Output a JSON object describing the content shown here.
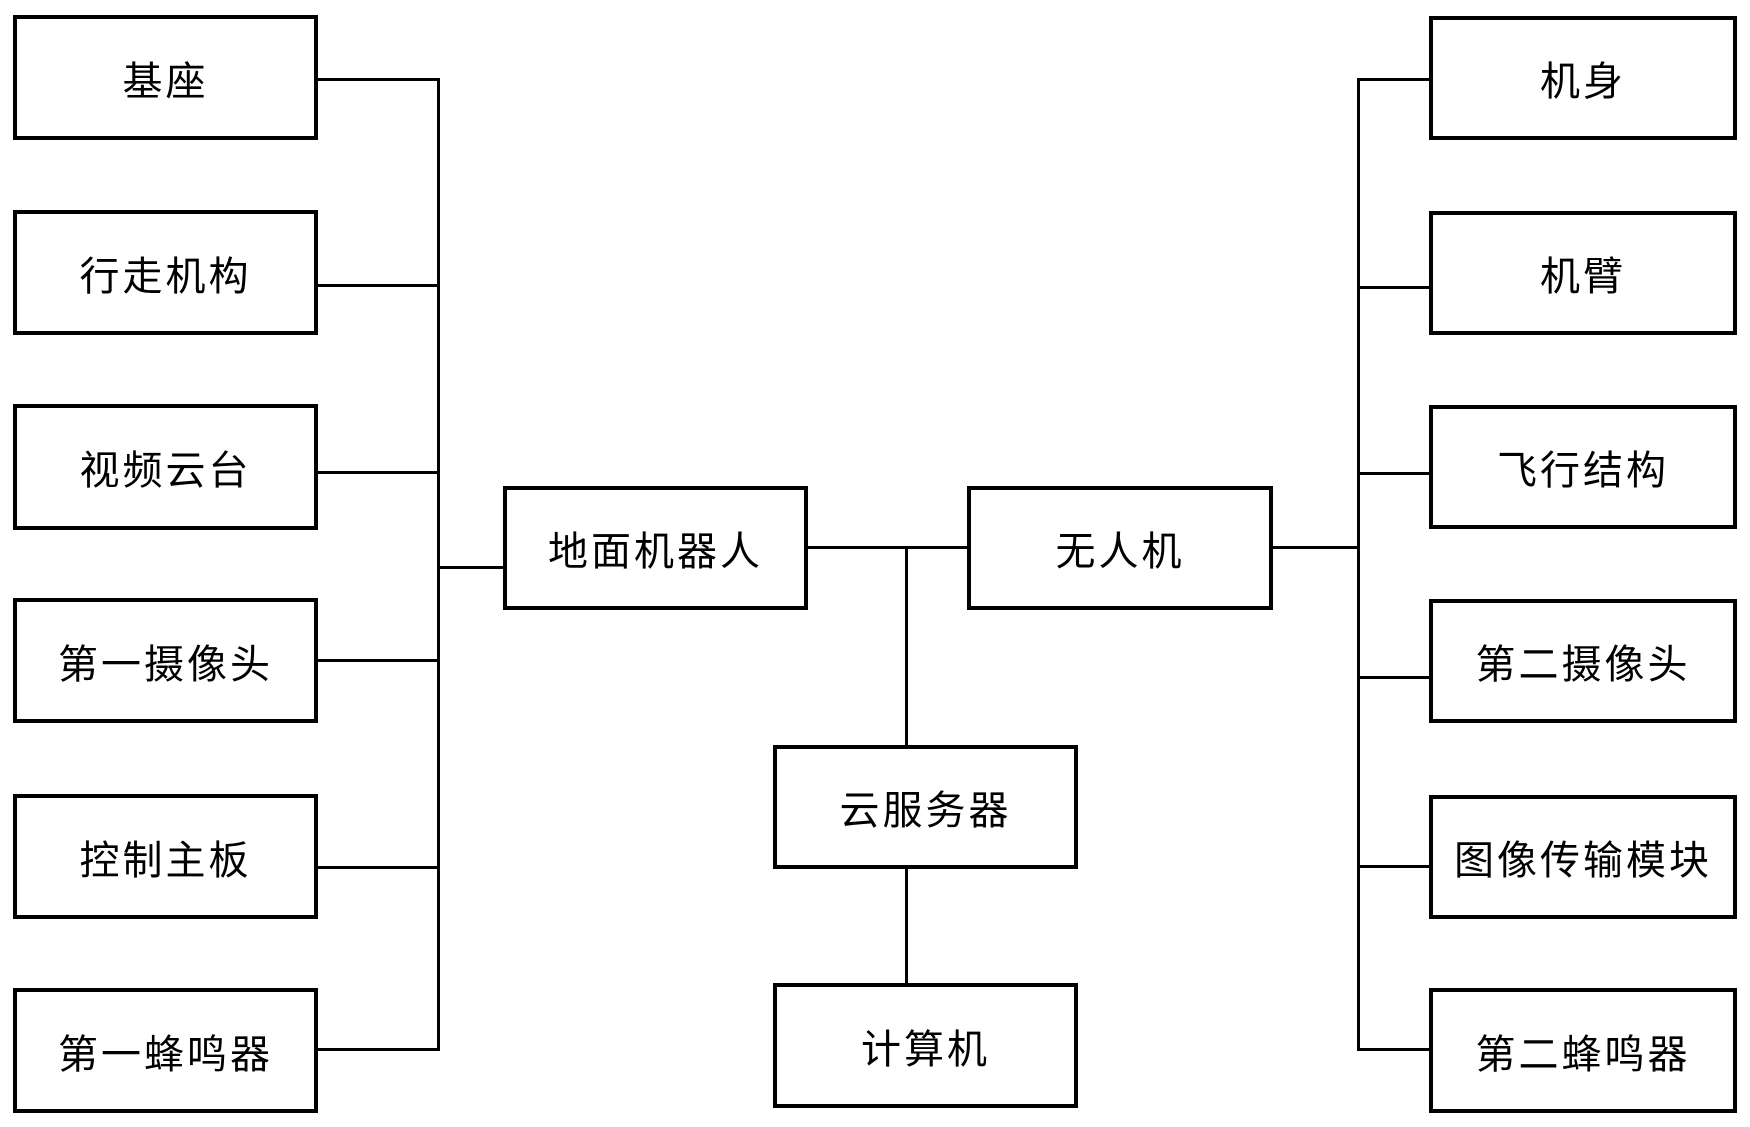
{
  "diagram": {
    "colors": {
      "bg": "#ffffff",
      "line": "#000000",
      "text": "#000000"
    },
    "left_column": {
      "items": [
        {
          "label": "基座"
        },
        {
          "label": "行走机构"
        },
        {
          "label": "视频云台"
        },
        {
          "label": "第一摄像头"
        },
        {
          "label": "控制主板"
        },
        {
          "label": "第一蜂鸣器"
        }
      ]
    },
    "center": {
      "ground_robot": {
        "label": "地面机器人"
      },
      "uav": {
        "label": "无人机"
      },
      "cloud_server": {
        "label": "云服务器"
      },
      "computer": {
        "label": "计算机"
      }
    },
    "right_column": {
      "items": [
        {
          "label": "机身"
        },
        {
          "label": "机臂"
        },
        {
          "label": "飞行结构"
        },
        {
          "label": "第二摄像头"
        },
        {
          "label": "图像传输模块"
        },
        {
          "label": "第二蜂鸣器"
        }
      ]
    }
  }
}
